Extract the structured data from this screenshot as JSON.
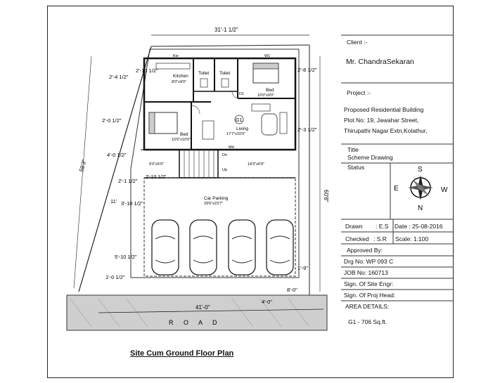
{
  "titleblock": {
    "client_label": "Client :-",
    "client_name": "Mr. ChandraSekaran",
    "project_label": "Project :-",
    "project_line1": "Proposed Residential Building",
    "project_line2": "Plot No: 19, Jawahar Street,",
    "project_line3": "Thirupathi Nagar Extn,Kolathur,",
    "title_label": "Title",
    "title_value": "Scheme Drawing",
    "status_label": "Status",
    "drawn_label": "Drawn",
    "drawn_value": ": E.S",
    "date": "Date : 25-08-2016",
    "checked_label": "Checked",
    "checked_value": ": S.R",
    "scale": "Scale:  1:100",
    "approved_by": "Approved By:",
    "drg_no": "Drg No: WP 093 C",
    "job_no": "JOB No: 160713",
    "sign_site": "Sign. Of Site Engr:",
    "sign_proj": "Sign. Of Proj Head:",
    "area_label": "AREA DETAILS:",
    "area_value": "G1 -  706  Sq.ft."
  },
  "compass": {
    "n": "N",
    "s": "S",
    "e": "E",
    "w": "W"
  },
  "plan": {
    "caption": "Site Cum Ground Floor Plan",
    "road": "R O A D",
    "dims": {
      "top": "31'-1 1/2\"",
      "left_long": "59'3\"",
      "right_long": "60'8\"",
      "bottom": "41'-0\"",
      "l1": "2'-4 1/2\"",
      "l2": "2'-10 1/2\"",
      "l3": "2'-0 1/2\"",
      "l4": "4'-0 1/2\"",
      "l5": "2'-1 1/2\"",
      "l6": "3'-10 1/2\"",
      "l7": "11'",
      "l8": "5'-10 1/2\"",
      "l9": "1'-0 1/2\"",
      "l10": "2'-10 1/2\"",
      "r1": "2'-8 1/2\"",
      "r2": "2'-3 1/2\"",
      "r3": "1'-9\"",
      "r4": "8'-0\"",
      "b1": "4'-0\""
    },
    "rooms": {
      "kitchen": "Kitchen",
      "kitchen_size": "8'0\"x9'0\"",
      "toilet1": "Toilet",
      "toilet2": "Toilet",
      "bed1": "Bed",
      "bed1_size": "10'0\"x9'0\"",
      "bed2": "Bed",
      "bed2_size": "10'6\"x10'0\"",
      "living": "Living",
      "living_size": "17'7\"x10'0\"",
      "stair1": "5'0\"x5'0\"",
      "stair2": "14'3\"x6'9\"",
      "parking": "Car Parking",
      "parking_size": "29'6\"x23'7\"",
      "g1": "G1",
      "kw": "Kw",
      "w1": "W1",
      "d1": "D1",
      "md": "Md",
      "up": "Up",
      "dn": "Dn"
    }
  }
}
